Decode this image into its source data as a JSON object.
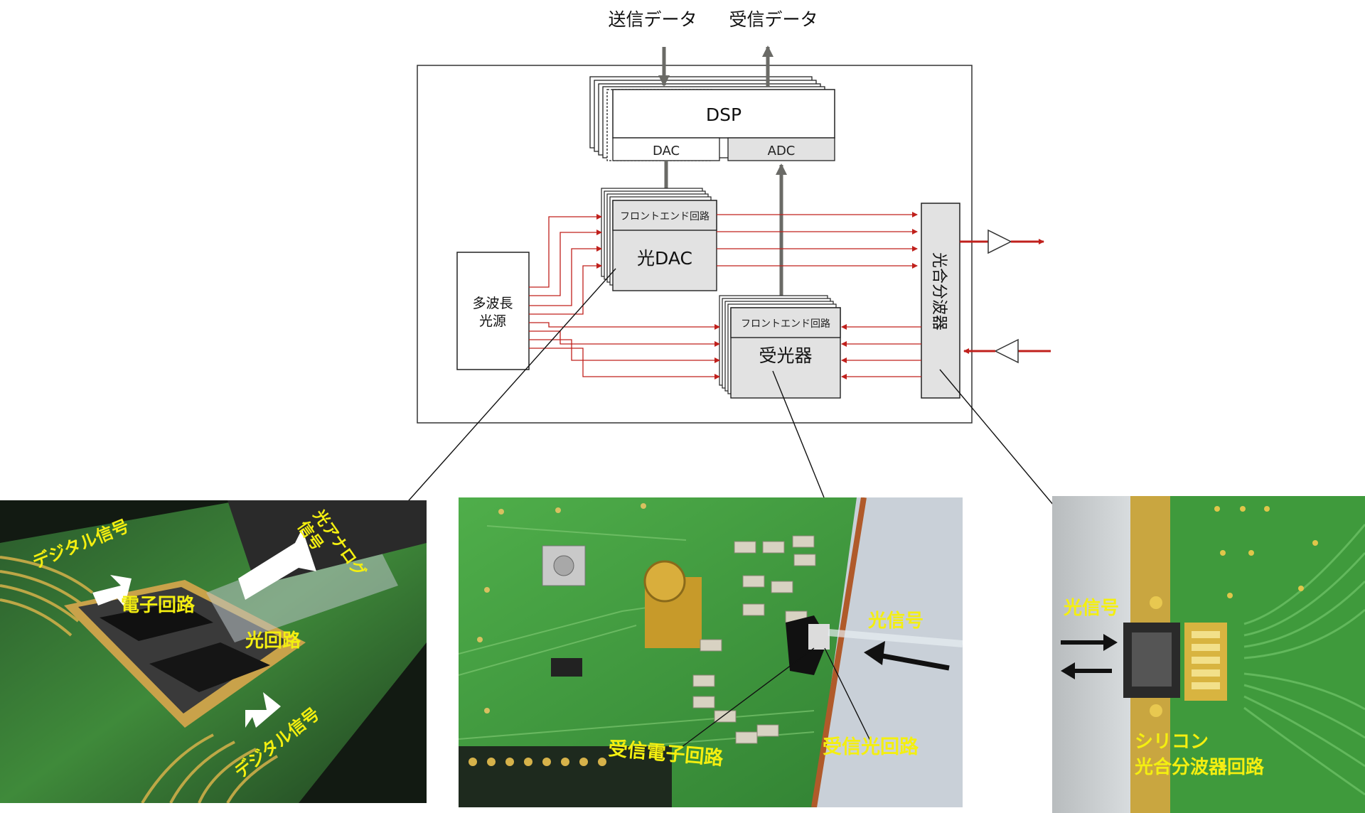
{
  "top": {
    "send": "送信データ",
    "receive": "受信データ"
  },
  "blocks": {
    "dsp": "DSP",
    "dac": "DAC",
    "adc": "ADC",
    "frontend_tx": "フロントエンド回路",
    "optical_dac": "光DAC",
    "frontend_rx": "フロントエンド回路",
    "receiver": "受光器",
    "light_source": [
      "多波長",
      "光源"
    ],
    "mux": "光合分波器"
  },
  "photo_left": {
    "digital_top": "デジタル信号",
    "analog": [
      "光アナログ",
      "信号"
    ],
    "electronic": "電子回路",
    "optical": "光回路",
    "digital_bottom": "デジタル信号"
  },
  "photo_center": {
    "optical_signal": "光信号",
    "rx_electronic": "受信電子回路",
    "rx_optical": "受信光回路"
  },
  "photo_right": {
    "optical_signal": "光信号",
    "silicon": "シリコン",
    "mux_circuit": "光合分波器回路"
  },
  "colors": {
    "signal_red": "#c0201c",
    "arrow_gray": "#6a6a66",
    "label_yellow": "#f4ef10",
    "pcb_green": "#3f9a3c"
  }
}
